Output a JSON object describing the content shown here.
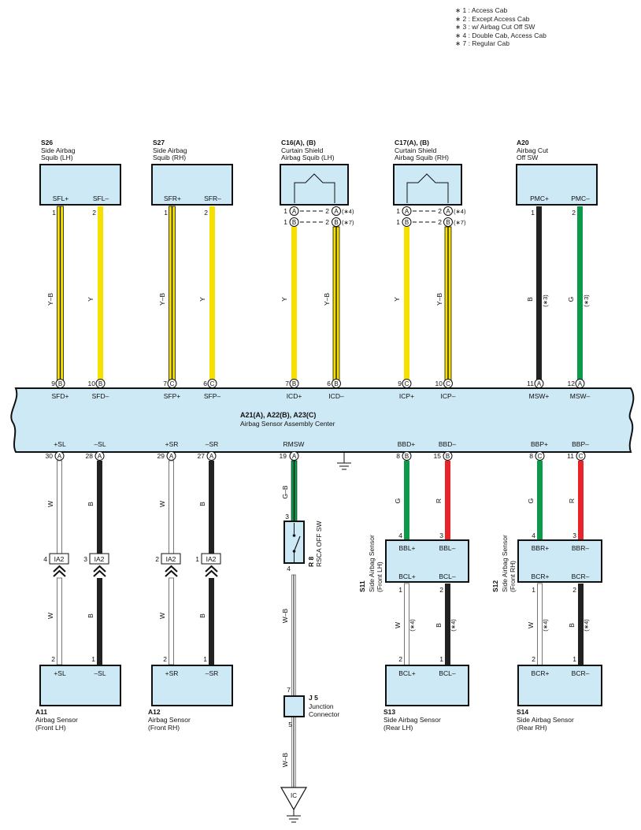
{
  "notes": [
    "∗ 1 : Access Cab",
    "∗ 2 : Except Access Cab",
    "∗ 3 : w/ Airbag Cut Off SW",
    "∗ 4 : Double Cab,  Access Cab",
    "∗ 7 : Regular Cab"
  ],
  "colors": {
    "box_fill": "#cde9f6",
    "yellow": "#f6e000",
    "green": "#0c9a4a",
    "red": "#e8242a",
    "black": "#222222",
    "white": "#ffffff"
  },
  "top_components": [
    {
      "code": "S26",
      "name1": "Side Airbag",
      "name2": "Squib (LH)",
      "pin_labels": [
        "SFL+",
        "SFL–"
      ],
      "pins": [
        "1",
        "2"
      ]
    },
    {
      "code": "S27",
      "name1": "Side Airbag",
      "name2": "Squib (RH)",
      "pin_labels": [
        "SFR+",
        "SFR–"
      ],
      "pins": [
        "1",
        "2"
      ]
    },
    {
      "code": "C16(A), (B)",
      "name1": "Curtain Shield",
      "name2": "Airbag Squib (LH)",
      "pins": [
        "1",
        "2",
        "1",
        "2"
      ],
      "conn": [
        "A",
        "A",
        "B",
        "B"
      ],
      "notes": [
        "(∗4)",
        "(∗7)"
      ]
    },
    {
      "code": "C17(A), (B)",
      "name1": "Curtain Shield",
      "name2": "Airbag Squib (RH)",
      "pins": [
        "1",
        "2",
        "1",
        "2"
      ],
      "conn": [
        "A",
        "A",
        "B",
        "B"
      ],
      "notes": [
        "(∗4)",
        "(∗7)"
      ]
    },
    {
      "code": "A20",
      "name1": "Airbag Cut",
      "name2": "Off SW",
      "pin_labels": [
        "PMC+",
        "PMC–"
      ],
      "pins": [
        "1",
        "2"
      ]
    }
  ],
  "upper_wires": [
    {
      "color": "Y–B",
      "type": "yb"
    },
    {
      "color": "Y",
      "type": "y"
    },
    {
      "color": "Y–B",
      "type": "yb"
    },
    {
      "color": "Y",
      "type": "y"
    },
    {
      "color": "Y",
      "type": "y"
    },
    {
      "color": "Y–B",
      "type": "yb"
    },
    {
      "color": "Y",
      "type": "y"
    },
    {
      "color": "Y–B",
      "type": "yb"
    },
    {
      "color": "B",
      "type": "b",
      "note": "(∗3)"
    },
    {
      "color": "G",
      "type": "g",
      "note": "(∗3)"
    }
  ],
  "center": {
    "title": "A21(A), A22(B), A23(C)",
    "subtitle": "Airbag Sensor Assembly Center",
    "top_pins": [
      {
        "num": "9",
        "conn": "B",
        "label": "SFD+"
      },
      {
        "num": "10",
        "conn": "B",
        "label": "SFD–"
      },
      {
        "num": "7",
        "conn": "C",
        "label": "SFP+"
      },
      {
        "num": "6",
        "conn": "C",
        "label": "SFP–"
      },
      {
        "num": "7",
        "conn": "B",
        "label": "ICD+"
      },
      {
        "num": "6",
        "conn": "B",
        "label": "ICD–"
      },
      {
        "num": "9",
        "conn": "C",
        "label": "ICP+"
      },
      {
        "num": "10",
        "conn": "C",
        "label": "ICP–"
      },
      {
        "num": "11",
        "conn": "A",
        "label": "MSW+"
      },
      {
        "num": "12",
        "conn": "A",
        "label": "MSW–"
      }
    ],
    "bottom_pins": [
      {
        "num": "30",
        "conn": "A",
        "label": "+SL"
      },
      {
        "num": "28",
        "conn": "A",
        "label": "–SL"
      },
      {
        "num": "29",
        "conn": "A",
        "label": "+SR"
      },
      {
        "num": "27",
        "conn": "A",
        "label": "–SR"
      },
      {
        "num": "19",
        "conn": "A",
        "label": "RMSW"
      },
      {
        "num": "8",
        "conn": "B",
        "label": "BBD+"
      },
      {
        "num": "15",
        "conn": "B",
        "label": "BBD–"
      },
      {
        "num": "8",
        "conn": "C",
        "label": "BBP+"
      },
      {
        "num": "11",
        "conn": "C",
        "label": "BBP–"
      }
    ]
  },
  "lower_wires": {
    "upper_segments": [
      "W",
      "B",
      "W",
      "B",
      "G–B",
      "G",
      "R",
      "G",
      "R"
    ],
    "lower_segments": [
      "W",
      "B",
      "W",
      "B",
      "W–B",
      "W",
      "B",
      "W",
      "B"
    ],
    "lower_notes": [
      "(∗4)",
      "(∗4)",
      "(∗4)",
      "(∗4)"
    ],
    "bottom_segment": "W–B"
  },
  "inline_connectors": [
    {
      "pin": "4",
      "code": "IA2"
    },
    {
      "pin": "3",
      "code": "IA2"
    },
    {
      "pin": "2",
      "code": "IA2"
    },
    {
      "pin": "1",
      "code": "IA2"
    }
  ],
  "rsca_switch": {
    "code": "R 8",
    "name": "RSCA OFF SW",
    "pins": [
      "3",
      "4"
    ]
  },
  "junction": {
    "code": "J 5",
    "name1": "Junction",
    "name2": "Connector",
    "pins": [
      "7",
      "5"
    ]
  },
  "ground_code": "IC",
  "side_sensors": [
    {
      "code": "S11",
      "name1": "Side Airbag Sensor",
      "name2": "(Front LH)",
      "top_pins": [
        "4",
        "3"
      ],
      "top_labels": [
        "BBL+",
        "BBL–"
      ],
      "bottom_labels": [
        "BCL+",
        "BCL–"
      ],
      "bottom_pins": [
        "1",
        "2"
      ]
    },
    {
      "code": "S12",
      "name1": "Side Airbag Sensor",
      "name2": "(Front RH)",
      "top_pins": [
        "4",
        "3"
      ],
      "top_labels": [
        "BBR+",
        "BBR–"
      ],
      "bottom_labels": [
        "BCR+",
        "BCR–"
      ],
      "bottom_pins": [
        "1",
        "2"
      ]
    }
  ],
  "bottom_components": [
    {
      "code": "A11",
      "name1": "Airbag Sensor",
      "name2": "(Front LH)",
      "pins": [
        "2",
        "1"
      ],
      "labels": [
        "+SL",
        "–SL"
      ]
    },
    {
      "code": "A12",
      "name1": "Airbag Sensor",
      "name2": "(Front RH)",
      "pins": [
        "2",
        "1"
      ],
      "labels": [
        "+SR",
        "–SR"
      ]
    },
    {
      "code": "S13",
      "name1": "Side Airbag Sensor",
      "name2": "(Rear LH)",
      "pins": [
        "2",
        "1"
      ],
      "labels": [
        "BCL+",
        "BCL–"
      ]
    },
    {
      "code": "S14",
      "name1": "Side Airbag Sensor",
      "name2": "(Rear RH)",
      "pins": [
        "2",
        "1"
      ],
      "labels": [
        "BCR+",
        "BCR–"
      ]
    }
  ]
}
